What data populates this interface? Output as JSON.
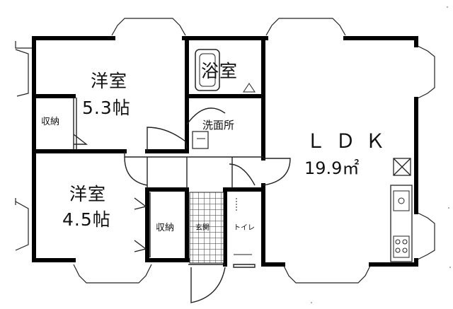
{
  "rooms": {
    "western_room_top": {
      "name": "洋室",
      "size": "5.3帖"
    },
    "western_room_bottom": {
      "name": "洋室",
      "size": "4.5帖"
    },
    "bath": {
      "name": "浴室"
    },
    "washroom": {
      "name": "洗面所"
    },
    "ldk": {
      "name": "ＬＤＫ",
      "size": "19.9㎡"
    },
    "closet_top": {
      "name": "収納"
    },
    "closet_bottom": {
      "name": "収納"
    },
    "entrance": {
      "name": "玄関"
    },
    "toilet": {
      "name": "トイレ"
    }
  }
}
